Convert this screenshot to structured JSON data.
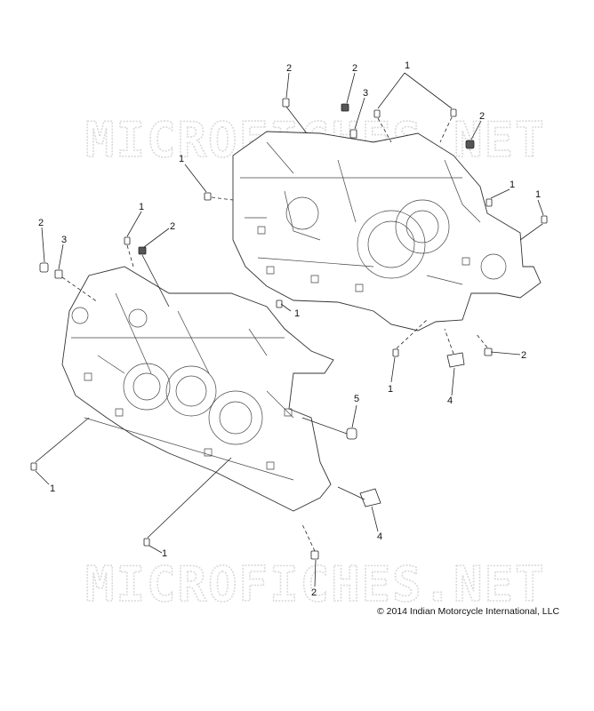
{
  "watermark": {
    "text_top": "MICROFICHES.NET",
    "text_bottom": "MICROFICHES.NET"
  },
  "copyright": "© 2014 Indian Motorcycle International, LLC",
  "callouts": [
    {
      "id": "c1",
      "label": "2"
    },
    {
      "id": "c2",
      "label": "2"
    },
    {
      "id": "c3",
      "label": "3"
    },
    {
      "id": "c4",
      "label": "1"
    },
    {
      "id": "c5",
      "label": "2"
    },
    {
      "id": "c6",
      "label": "1"
    },
    {
      "id": "c7",
      "label": "1"
    },
    {
      "id": "c8",
      "label": "1"
    },
    {
      "id": "c9",
      "label": "2"
    },
    {
      "id": "c10",
      "label": "3"
    },
    {
      "id": "c11",
      "label": "1"
    },
    {
      "id": "c12",
      "label": "2"
    },
    {
      "id": "c13",
      "label": "1"
    },
    {
      "id": "c14",
      "label": "1"
    },
    {
      "id": "c15",
      "label": "2"
    },
    {
      "id": "c16",
      "label": "4"
    },
    {
      "id": "c17",
      "label": "5"
    },
    {
      "id": "c18",
      "label": "1"
    },
    {
      "id": "c19",
      "label": "4"
    },
    {
      "id": "c20",
      "label": "1"
    },
    {
      "id": "c21",
      "label": "2"
    }
  ]
}
